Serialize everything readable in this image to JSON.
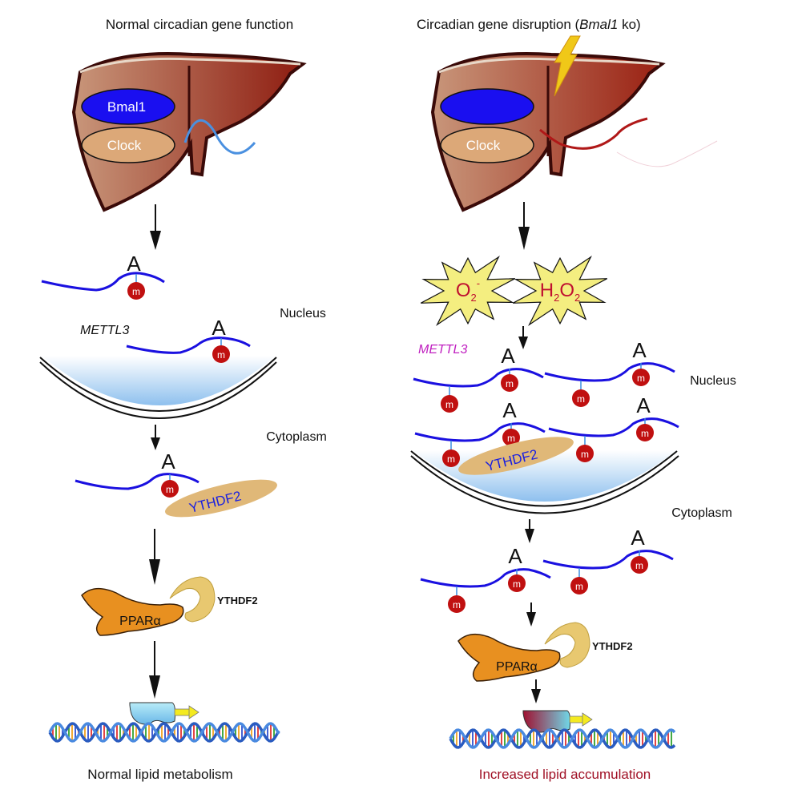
{
  "left_panel": {
    "title": "Normal circadian gene function",
    "liver": {
      "bmal1": "Bmal1",
      "clock": "Clock",
      "rhythm": "normal-oscillation"
    },
    "mrna_top": {
      "base": "A",
      "mark": "m"
    },
    "nucleus_label": "Nucleus",
    "writer_label": "METTL3",
    "mrna_nucleus": {
      "base": "A",
      "mark": "m"
    },
    "cytoplasm_label": "Cytoplasm",
    "mrna_cyto": {
      "base": "A",
      "mark": "m"
    },
    "reader_label": "YTHDF2",
    "protein_label": "PPARα",
    "protein_partner_label": "YTHDF2",
    "outcome": "Normal lipid metabolism"
  },
  "right_panel": {
    "title_prefix": "Circadian gene disruption (",
    "title_gene": "Bmal1",
    "title_suffix": " ko)",
    "liver": {
      "bmal1": "",
      "clock": "Clock",
      "rhythm": "disrupted"
    },
    "ros": [
      {
        "main": "O",
        "sub": "2",
        "sup": "-"
      },
      {
        "h": "H",
        "h_sub": "2",
        "o": "O",
        "o_sub": "2"
      }
    ],
    "writer_label": "METTL3",
    "nucleus_label": "Nucleus",
    "cytoplasm_label": "Cytoplasm",
    "base": "A",
    "mark": "m",
    "reader_label": "YTHDF2",
    "protein_label": "PPARα",
    "protein_partner_label": "YTHDF2",
    "outcome": "Increased lipid accumulation"
  },
  "colors": {
    "liver_dark": "#8b1a12",
    "liver_light": "#c89a78",
    "bmal1": "#1a0ff0",
    "clock": "#dca878",
    "mrna": "#1a10e0",
    "m6a": "#c01010",
    "metttl3_right": "#c020c0",
    "outcome_right": "#a01025",
    "ros_fill": "#f4ee80",
    "ros_text": "#c01030",
    "ppar": "#e89020",
    "ythdf2_reader": "#e0b878"
  }
}
